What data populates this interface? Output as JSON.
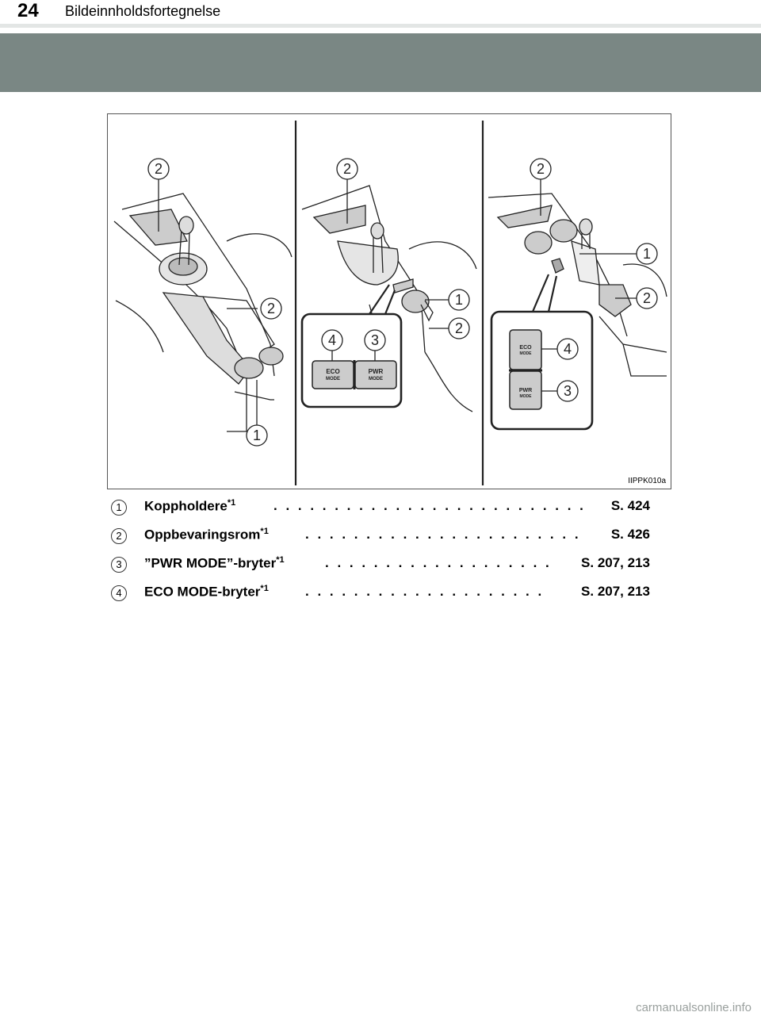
{
  "header": {
    "page_number": "24",
    "section_title": "Bildeinnholdsfortegnelse"
  },
  "figure": {
    "code": "IIPPK010a",
    "callout_numbers": [
      "1",
      "2",
      "3",
      "4"
    ],
    "switch_labels": {
      "eco": "ECO",
      "eco_mode": "MODE",
      "pwr": "PWR",
      "pwr_mode": "MODE"
    }
  },
  "items": [
    {
      "num": "1",
      "label": "Koppholdere",
      "sup": "*1",
      "ref": "S. 424"
    },
    {
      "num": "2",
      "label": "Oppbevaringsrom",
      "sup": "*1",
      "ref": "S. 426"
    },
    {
      "num": "3",
      "label": "”PWR MODE”-bryter",
      "sup": "*1",
      "ref": "S. 207, 213"
    },
    {
      "num": "4",
      "label": "ECO MODE-bryter",
      "sup": "*1",
      "ref": "S. 207, 213"
    }
  ],
  "watermark": "carmanualsonline.info",
  "colors": {
    "banner": "#7a8784",
    "rule": "#e3e6e5"
  }
}
